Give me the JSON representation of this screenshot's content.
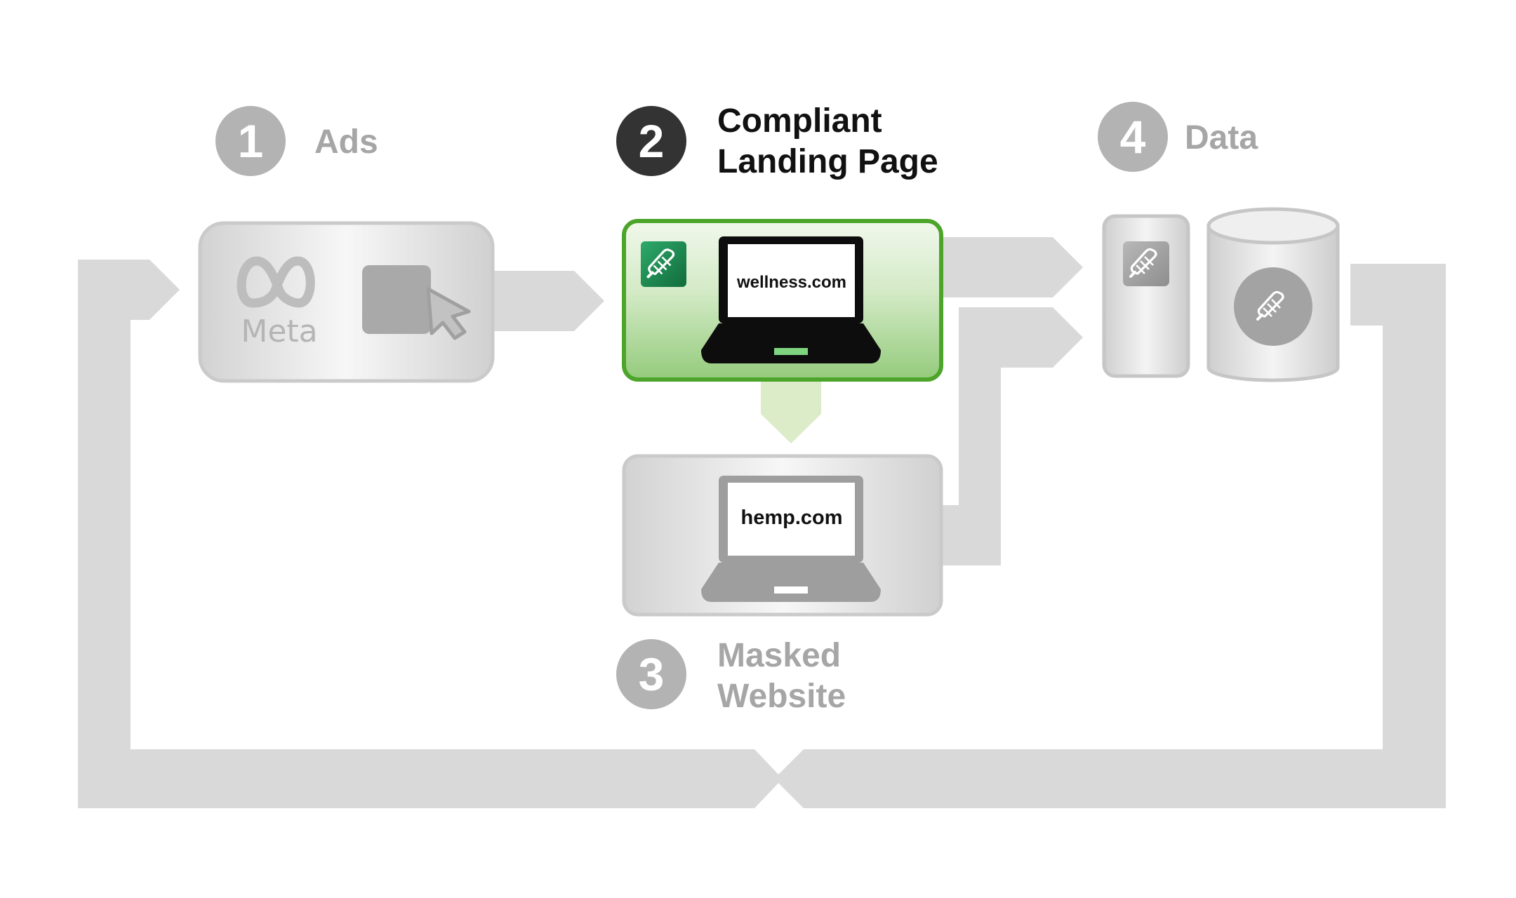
{
  "steps": [
    {
      "number": "1",
      "label_lines": [
        "Ads"
      ],
      "active": false
    },
    {
      "number": "2",
      "label_lines": [
        "Compliant",
        "Landing Page"
      ],
      "active": true
    },
    {
      "number": "3",
      "label_lines": [
        "Masked",
        "Website"
      ],
      "active": false
    },
    {
      "number": "4",
      "label_lines": [
        "Data"
      ],
      "active": false
    }
  ],
  "ads_box": {
    "logo_text": "Meta",
    "icons": [
      "meta-logo-icon",
      "cursor-icon"
    ]
  },
  "landing_page": {
    "screen_text": "wellness.com",
    "icons": [
      "brand-logo-icon",
      "laptop-icon"
    ]
  },
  "masked_website": {
    "screen_text": "hemp.com",
    "icons": [
      "laptop-icon"
    ]
  },
  "data_box": {
    "icons": [
      "phone-icon",
      "database-icon",
      "brand-logo-icon"
    ]
  },
  "colors": {
    "active": "#333333",
    "active_text": "#111111",
    "inactive": "#b3b3b3",
    "inactive_text": "#a6a6a6",
    "highlight_green": "#4ca52a",
    "highlight_fill": "#d6eccb",
    "flow_arrow": "#d9d9d9",
    "down_arrow": "#dcebc8"
  }
}
